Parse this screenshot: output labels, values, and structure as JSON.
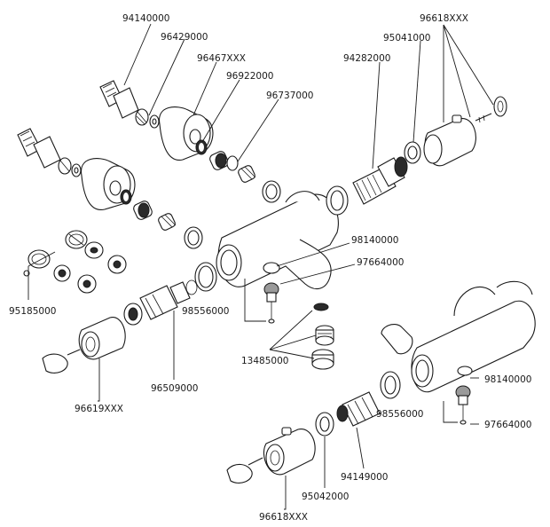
{
  "labels": {
    "p94140000": "94140000",
    "p96429000": "96429000",
    "p96467xxx": "96467XXX",
    "p96922000": "96922000",
    "p96737000": "96737000",
    "p96618xxx_top": "96618XXX",
    "p95041000": "95041000",
    "p94282000": "94282000",
    "p98140000_a": "98140000",
    "p97664000_a": "97664000",
    "p95185000": "95185000",
    "p98556000_a": "98556000",
    "p13485000": "13485000",
    "p96509000": "96509000",
    "p96619xxx": "96619XXX",
    "p98140000_b": "98140000",
    "p98556000_b": "98556000",
    "p97664000_b": "97664000",
    "p94149000": "94149000",
    "p95042000": "95042000",
    "p96618xxx_bottom": "96618XXX"
  }
}
